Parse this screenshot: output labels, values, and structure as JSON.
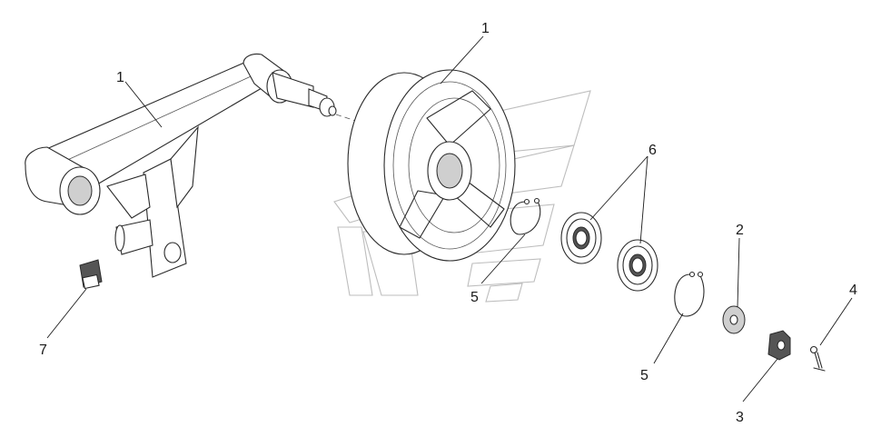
{
  "callouts": {
    "arm": "1",
    "pulley": "1",
    "washer": "2",
    "nut": "3",
    "cotter_pin": "4",
    "circlip_left": "5",
    "circlip_right": "5",
    "bearings": "6",
    "grease_fitting": "7"
  }
}
